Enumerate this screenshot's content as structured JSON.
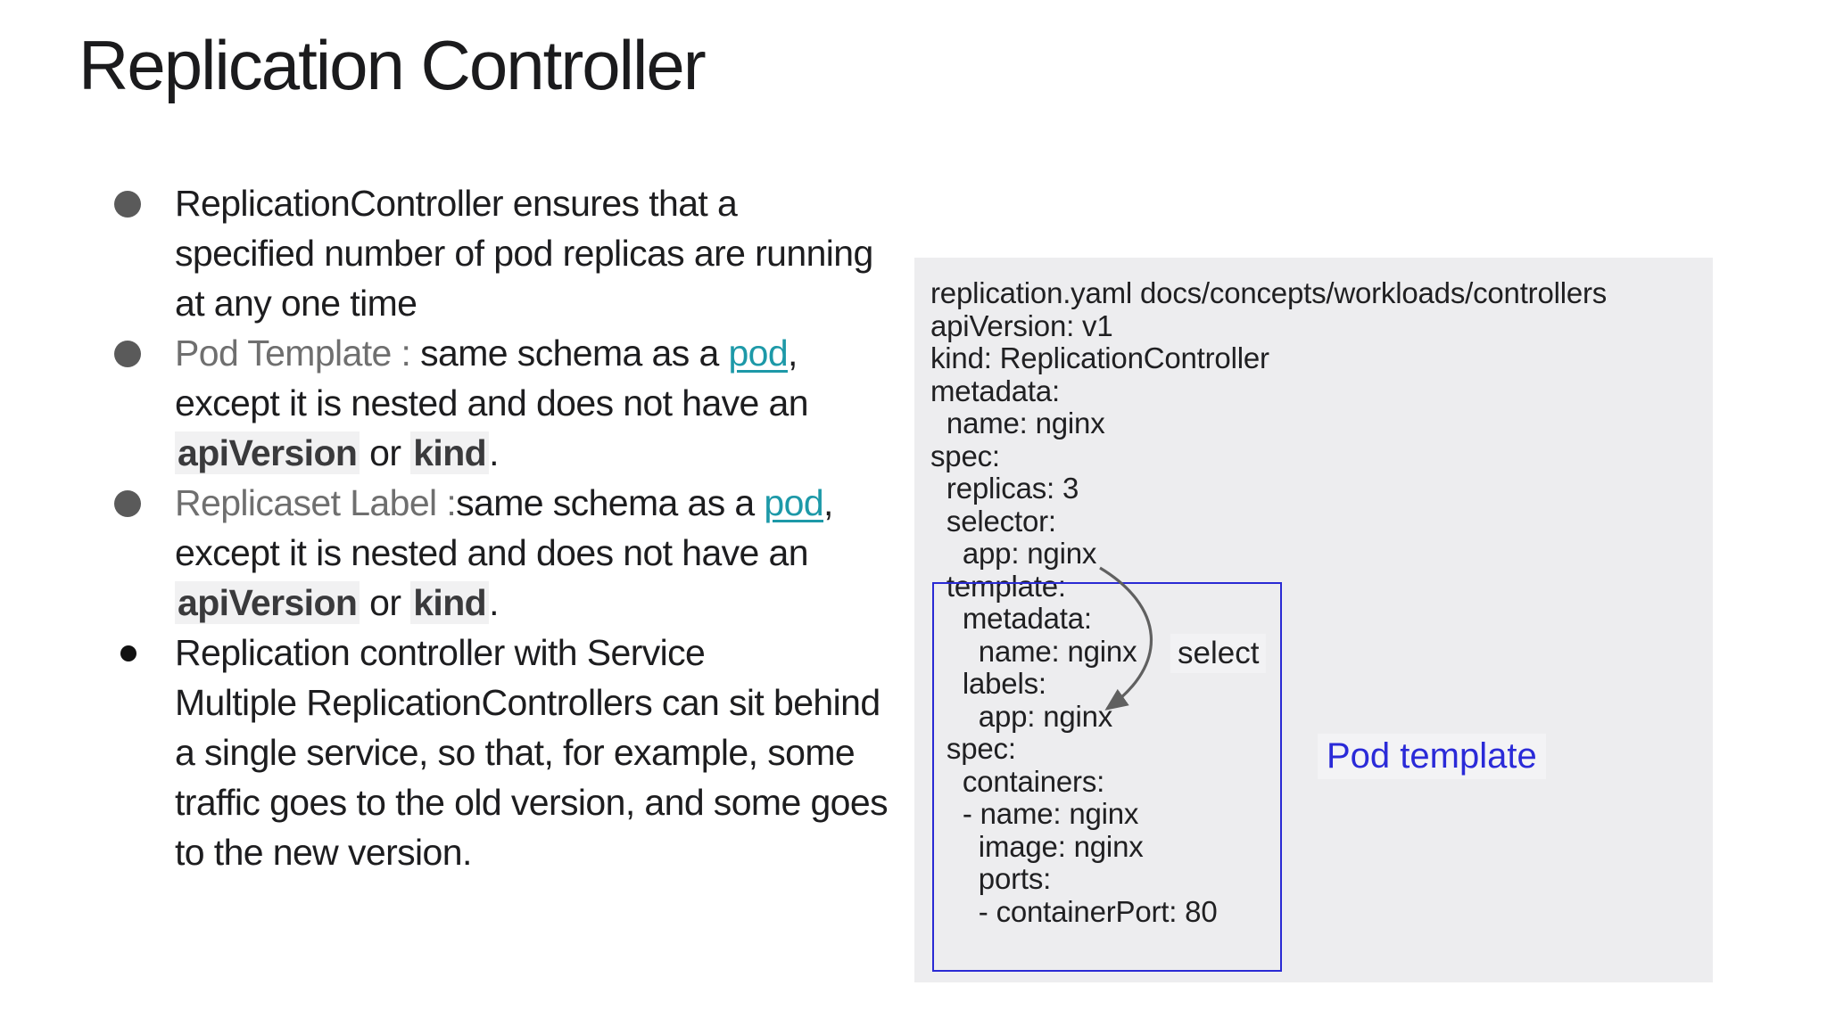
{
  "slide": {
    "title": "Replication Controller"
  },
  "colors": {
    "panel_bg": "#ededef",
    "box_border": "#2a2ad4",
    "pod_template_text": "#2a2ad8",
    "link_teal": "#1d99a8",
    "lead_gray": "#6f6f6f",
    "bullet_gray": "#5a5a5a",
    "arrow_gray": "#606060"
  },
  "bullets": [
    {
      "marker": "large",
      "lines": [
        [
          {
            "t": "ReplicationController ensures that a"
          }
        ],
        [
          {
            "t": "specified number of pod replicas are running"
          }
        ],
        [
          {
            "t": "at any one time"
          }
        ]
      ]
    },
    {
      "marker": "large",
      "lines": [
        [
          {
            "t": "Pod Template :",
            "s": "lead"
          },
          {
            "t": " same schema as a "
          },
          {
            "t": "pod",
            "s": "link"
          },
          {
            "t": ","
          }
        ],
        [
          {
            "t": "except it is nested and does not have an"
          }
        ],
        [
          {
            "t": "apiVersion",
            "s": "code"
          },
          {
            "t": " or "
          },
          {
            "t": "kind",
            "s": "code"
          },
          {
            "t": "."
          }
        ]
      ]
    },
    {
      "marker": "large",
      "lines": [
        [
          {
            "t": "Replicaset Label :",
            "s": "lead"
          },
          {
            "t": "same schema as a "
          },
          {
            "t": "pod",
            "s": "link"
          },
          {
            "t": ","
          }
        ],
        [
          {
            "t": "except it is nested and does not have an"
          }
        ],
        [
          {
            "t": "apiVersion",
            "s": "code"
          },
          {
            "t": " or "
          },
          {
            "t": "kind",
            "s": "code"
          },
          {
            "t": "."
          }
        ]
      ]
    },
    {
      "marker": "small",
      "lines": [
        [
          {
            "t": "Replication controller with Service"
          }
        ],
        [
          {
            "t": "Multiple ReplicationControllers can sit behind"
          }
        ],
        [
          {
            "t": "a single service, so that, for example, some"
          }
        ],
        [
          {
            "t": "traffic goes to the old version, and some goes"
          }
        ],
        [
          {
            "t": "to the new version."
          }
        ]
      ]
    }
  ],
  "code_panel": {
    "yaml_lines": [
      "replication.yaml docs/concepts/workloads/controllers",
      "apiVersion: v1",
      "kind: ReplicationController",
      "metadata:",
      "  name: nginx",
      "spec:",
      "  replicas: 3",
      "  selector:",
      "    app: nginx",
      "  template:",
      "    metadata:",
      "      name: nginx",
      "    labels:",
      "      app: nginx",
      "  spec:",
      "    containers:",
      "    - name: nginx",
      "      image: nginx",
      "      ports:",
      "      - containerPort: 80"
    ],
    "select_label": "select",
    "pod_template_label": "Pod template"
  }
}
